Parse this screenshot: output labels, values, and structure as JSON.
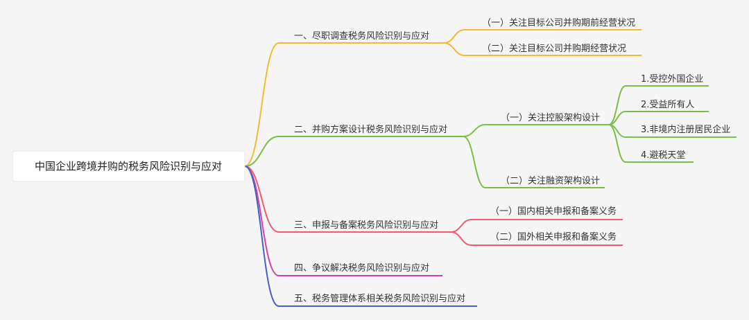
{
  "root": {
    "label": "中国企业跨境并购的税务风险识别与应对"
  },
  "branches": [
    {
      "label": "一、尽职调查税务风险识别与应对",
      "color": "#f5b82e",
      "children": [
        {
          "label": "（一）关注目标公司并购期前经营状况",
          "children": []
        },
        {
          "label": "（二）关注目标公司并购期经营状况",
          "children": []
        }
      ]
    },
    {
      "label": "二、并购方案设计税务风险识别与应对",
      "color": "#7cbd43",
      "children": [
        {
          "label": "（一）关注控股架构设计",
          "children": [
            {
              "label": "1.受控外国企业"
            },
            {
              "label": "2.受益所有人"
            },
            {
              "label": "3.非境内注册居民企业"
            },
            {
              "label": "4.避税天堂"
            }
          ]
        },
        {
          "label": "（二）关注融资架构设计",
          "children": []
        }
      ]
    },
    {
      "label": "三、申报与备案税务风险识别与应对",
      "color": "#f45a6b",
      "children": [
        {
          "label": "（一）国内相关申报和备案义务",
          "children": []
        },
        {
          "label": "（二）国外相关申报和备案义务",
          "children": []
        }
      ]
    },
    {
      "label": "四、争议解决税务风险识别与应对",
      "color": "#d63fa4",
      "children": []
    },
    {
      "label": "五、税务管理体系相关税务风险识别与应对",
      "color": "#4a5cc7",
      "children": []
    }
  ]
}
